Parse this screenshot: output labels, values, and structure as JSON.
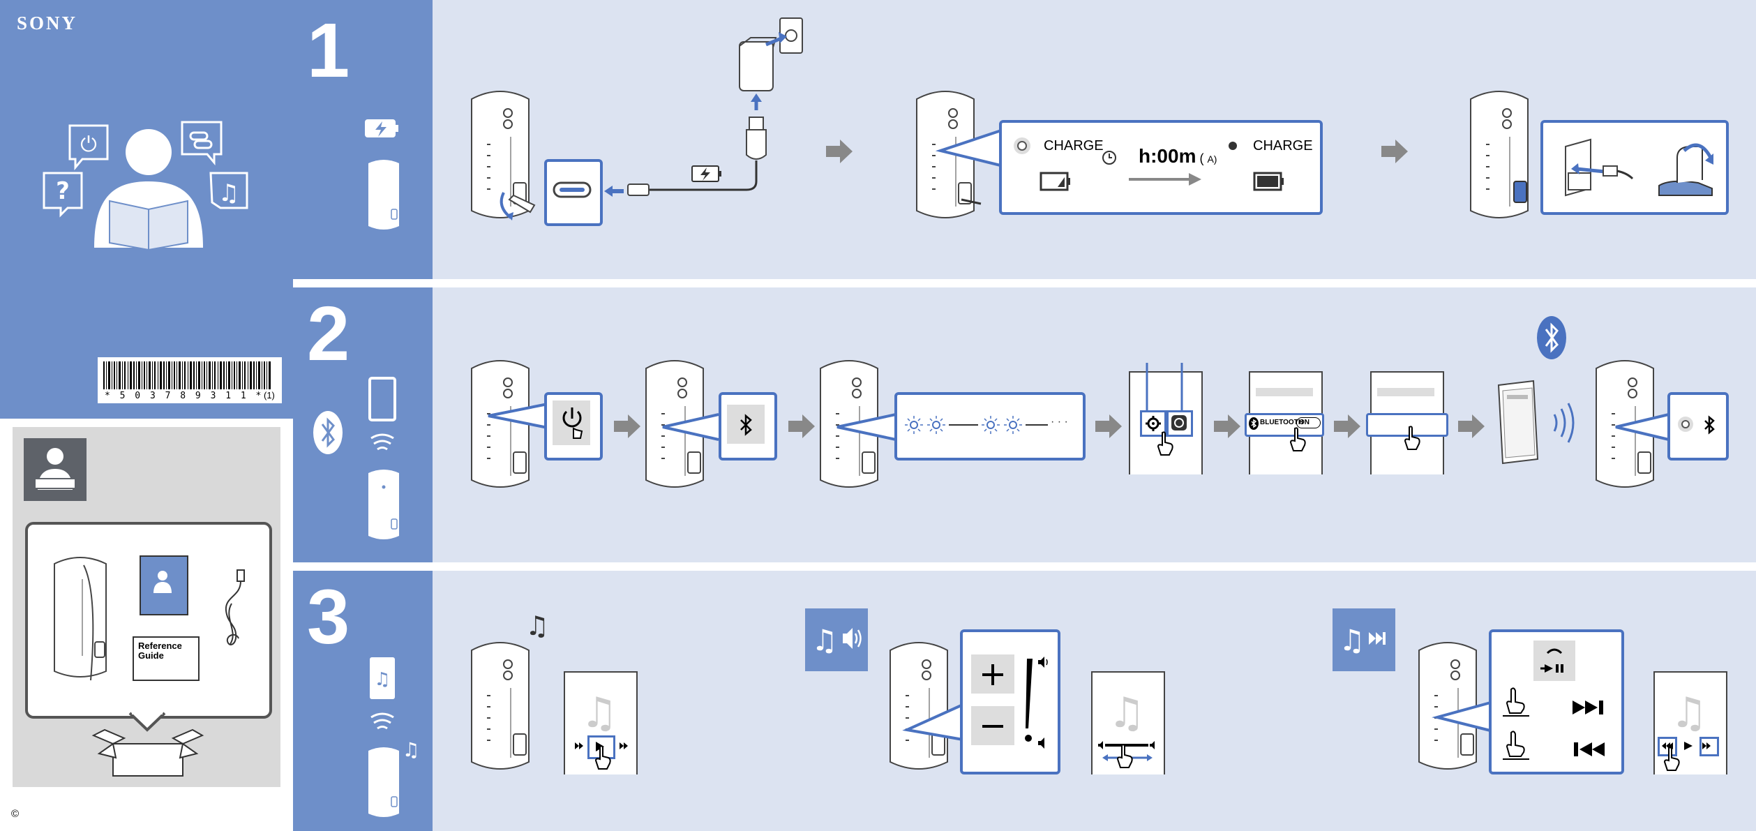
{
  "brand": "SONY",
  "barcode": {
    "digits": "* 5 0 3 7 8 9 3 1 1 *",
    "suffix": "(1)"
  },
  "copyright": "©",
  "contents": {
    "guide_title_line1": "Reference",
    "guide_title_line2": "Guide"
  },
  "steps": [
    {
      "number": "1",
      "topic": "charge"
    },
    {
      "number": "2",
      "topic": "bluetooth-pairing"
    },
    {
      "number": "3",
      "topic": "music-playback"
    }
  ],
  "step1": {
    "status_before": "CHARGE",
    "status_after": "CHARGE",
    "charge_time": "h:00m",
    "charge_time_note": "A)"
  },
  "step2": {
    "bluetooth_toggle_label": "BLUETOOTH",
    "bluetooth_toggle_state": "ON",
    "indicator_ellipsis": "· · ·"
  },
  "colors": {
    "band_blue": "#6e8fc9",
    "panel_bg": "#dce3f1",
    "accent_blue": "#4a72c0",
    "arrow_gray": "#888888"
  }
}
